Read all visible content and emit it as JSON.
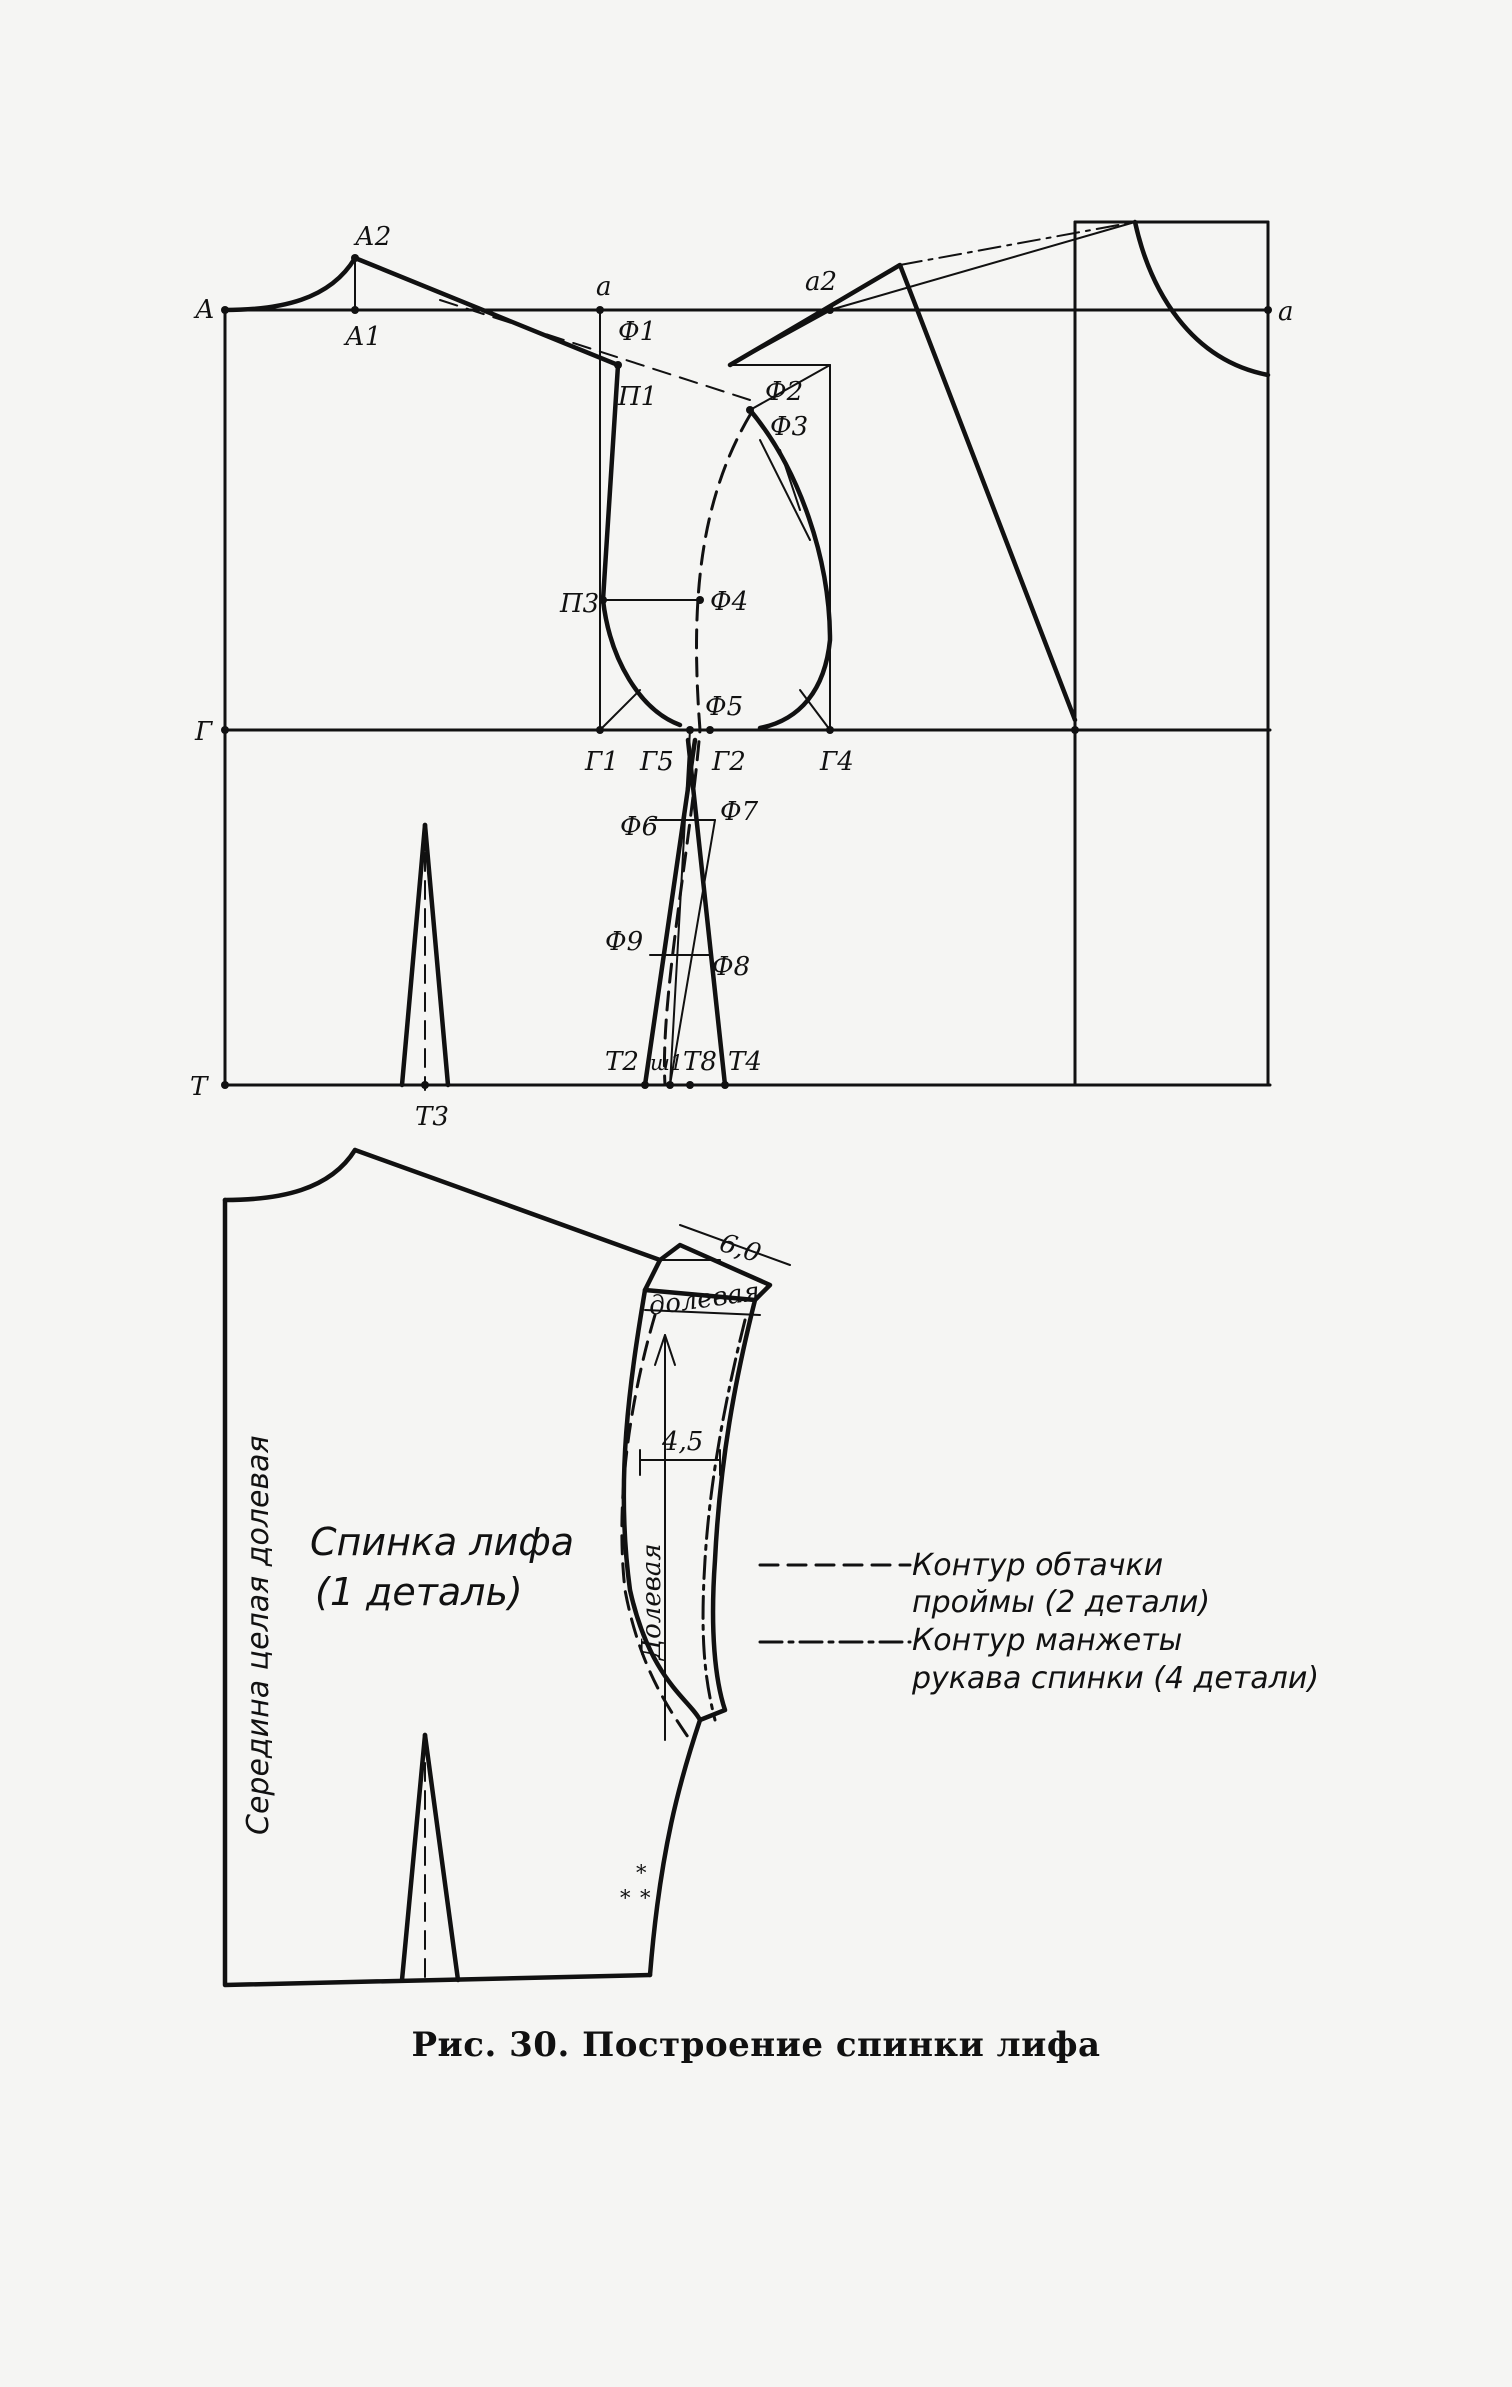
{
  "figure": {
    "caption": "Рис. 30. Построение спинки лифа"
  },
  "labels": {
    "A": "А",
    "A1": "А1",
    "A2": "А2",
    "a": "а",
    "a2": "а2",
    "a_right": "а",
    "F1": "Ф1",
    "F2": "Ф2",
    "F3": "Ф3",
    "F4": "Ф4",
    "F5": "Ф5",
    "F6": "Ф6",
    "F7": "Ф7",
    "F8": "Ф8",
    "F9": "Ф9",
    "P1": "П1",
    "P3": "П3",
    "G": "Г",
    "G1": "Г1",
    "G2": "Г2",
    "G4": "Г4",
    "G5": "Г5",
    "T": "Т",
    "T2": "Т2",
    "T3": "Т3",
    "T4": "Т4",
    "T8": "Т8",
    "Sh1": "ш1"
  },
  "pattern": {
    "piece_name_line1": "Спинка лифа",
    "piece_name_line2": "(1 деталь)",
    "center_note": "Середина целая долевая",
    "grain_top": "долевая",
    "grain_vertical": "Долевая",
    "dim_top": "6,0",
    "dim_mid": "4,5"
  },
  "legend": {
    "dashed_line1": "Контур обтачки",
    "dashed_line2": "проймы (2 детали)",
    "dashdot_line1": "Контур манжеты",
    "dashdot_line2": "рукава спинки (4 детали)"
  }
}
